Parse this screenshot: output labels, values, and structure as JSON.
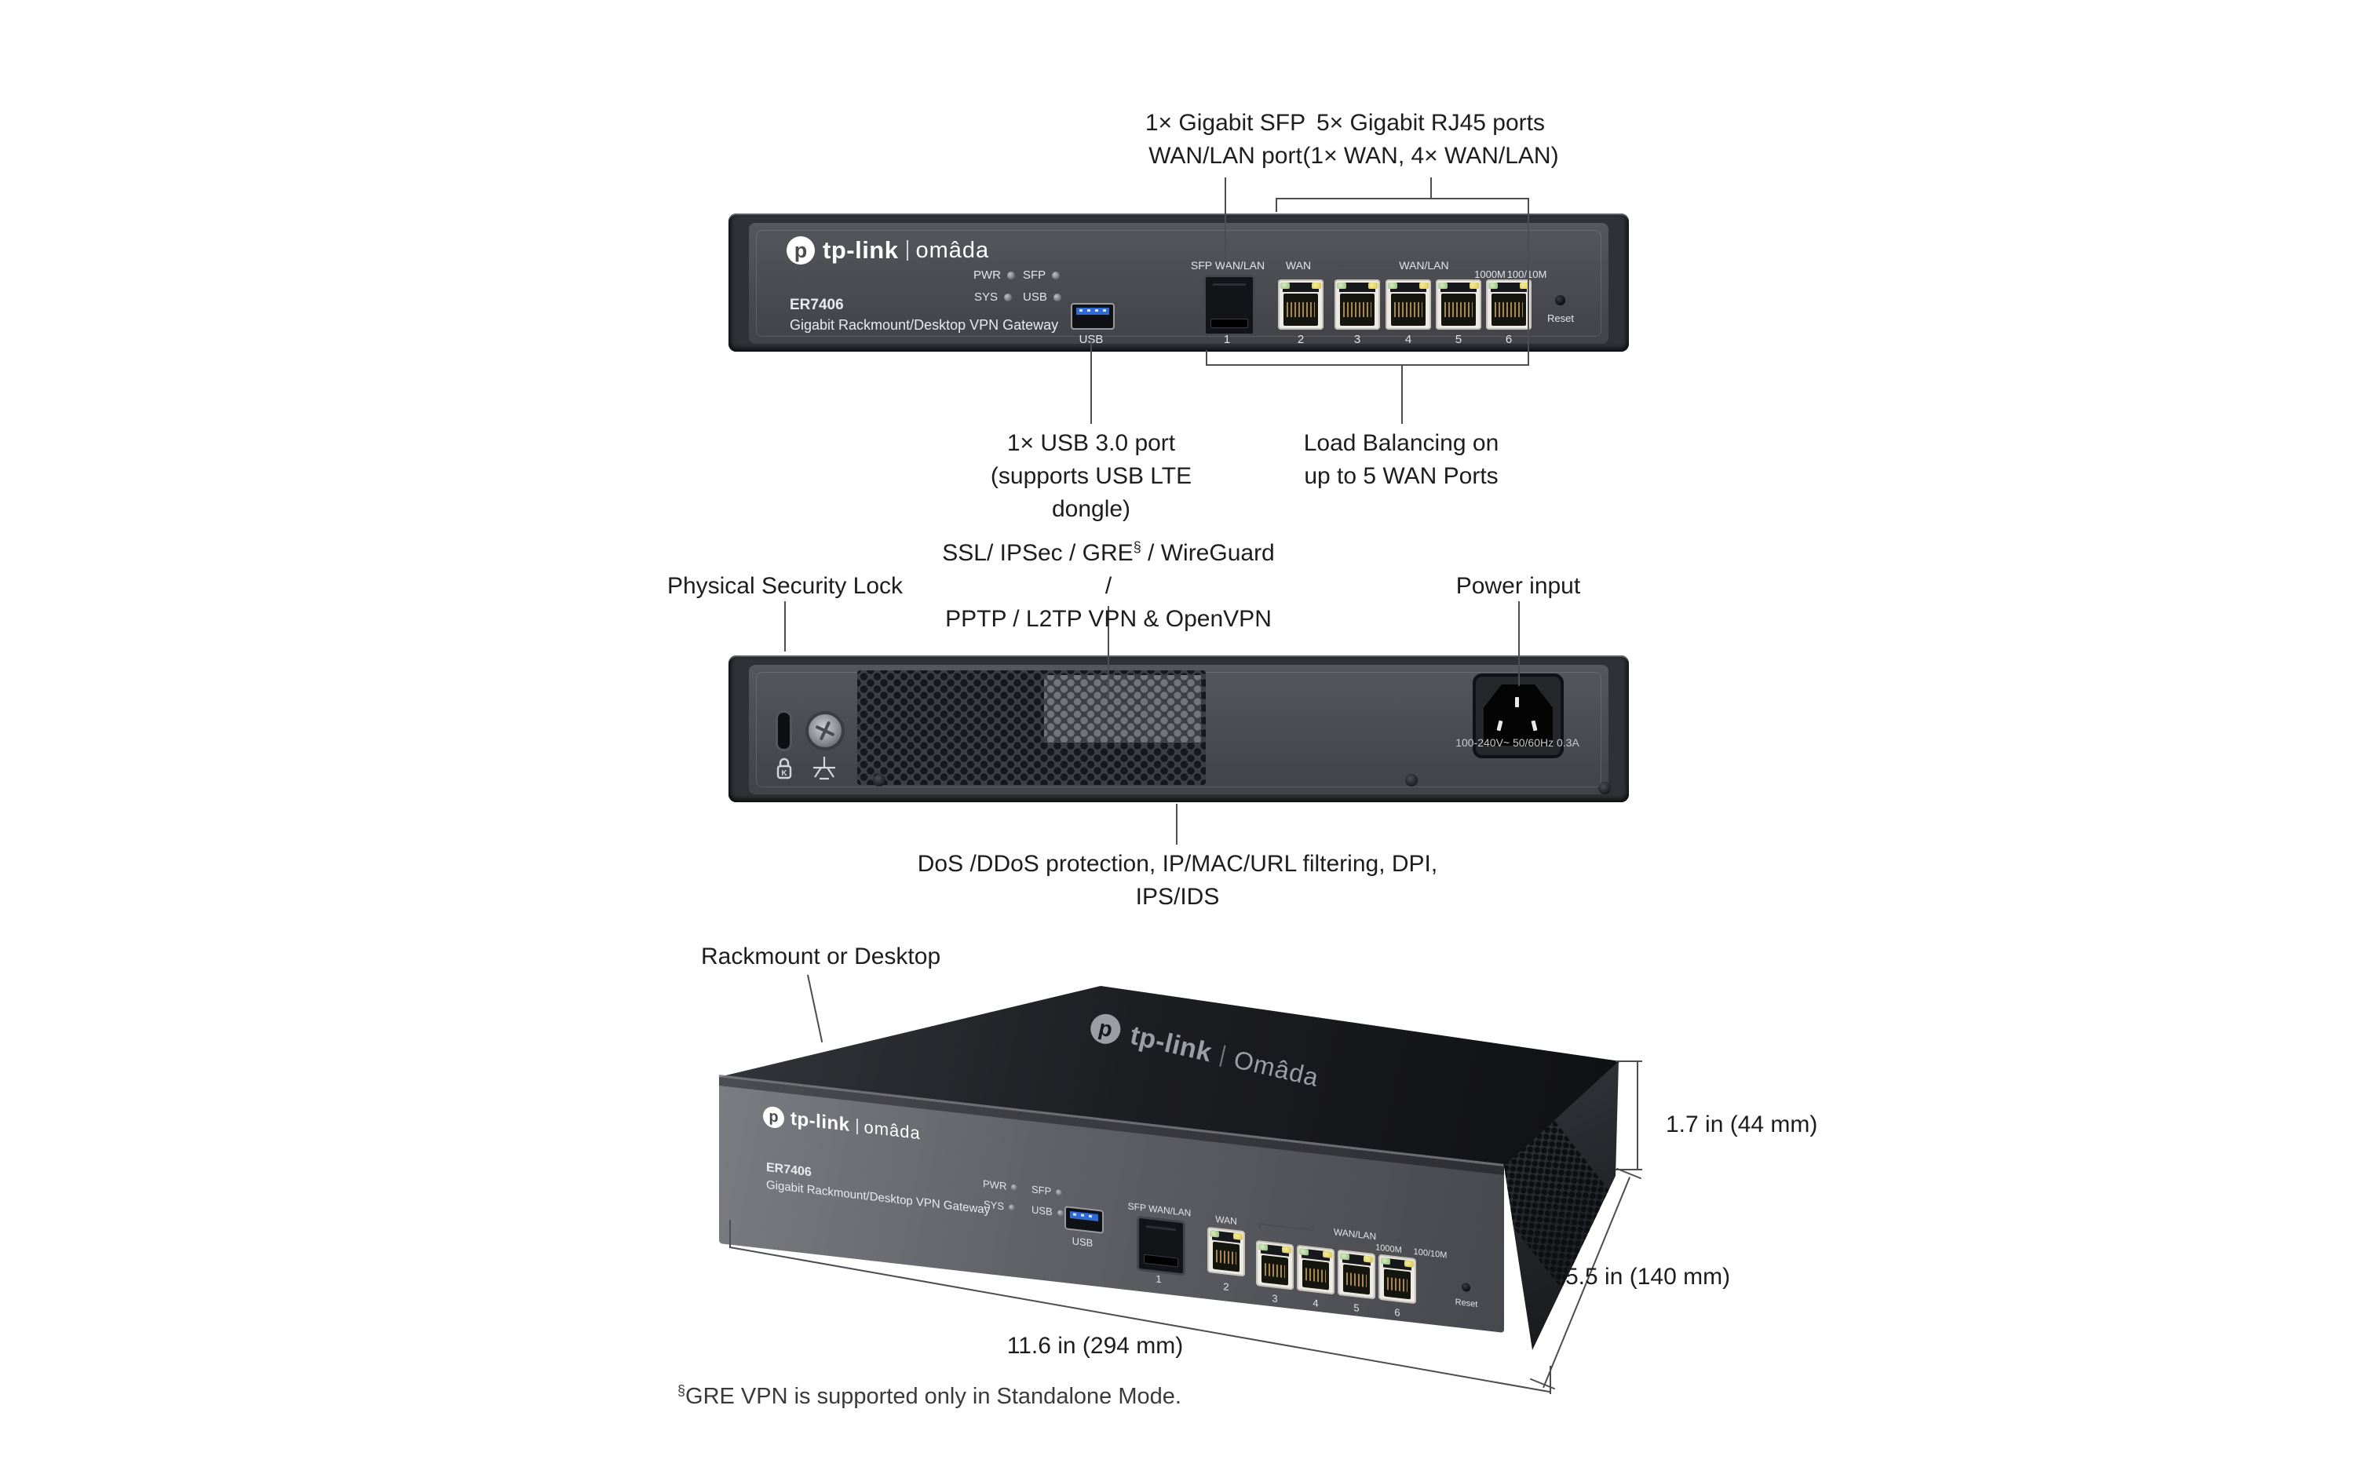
{
  "product": {
    "brand": "tp-link",
    "logo_glyph": "p",
    "divider": "|",
    "omada_front": "omâda",
    "omada_top": "Omâda",
    "model": "ER7406",
    "model_desc": "Gigabit Rackmount/Desktop VPN Gateway"
  },
  "panel": {
    "led_pwr": "PWR",
    "led_sys": "SYS",
    "led_sfp": "SFP",
    "led_usb": "USB",
    "usb_label": "USB",
    "sfp_label": "SFP WAN/LAN",
    "wan_label": "WAN",
    "wanlan_label": "WAN/LAN",
    "speed_fast": "1000M",
    "speed_slow": "100/10M",
    "ports": [
      "1",
      "2",
      "3",
      "4",
      "5",
      "6"
    ],
    "reset": "Reset"
  },
  "rear": {
    "rating": "100-240V~ 50/60Hz 0.3A"
  },
  "callouts": {
    "sfp_line1": "1× Gigabit SFP",
    "sfp_line2": "WAN/LAN port",
    "rj45_line1": "5× Gigabit RJ45 ports",
    "rj45_line2": "(1× WAN, 4× WAN/LAN)",
    "usb_line1": "1× USB 3.0 port",
    "usb_line2": "(supports USB LTE dongle)",
    "lb_line1": "Load Balancing on",
    "lb_line2": "up to 5 WAN Ports",
    "lock": "Physical Security Lock",
    "vpn_line1_pre": "SSL/ IPSec / GRE",
    "vpn_sup": "§",
    "vpn_line1_post": " / WireGuard /",
    "vpn_line2": "PPTP / L2TP VPN & OpenVPN",
    "power": "Power input",
    "dos": "DoS /DDoS protection, IP/MAC/URL filtering, DPI, IPS/IDS",
    "rackmount": "Rackmount or Desktop"
  },
  "dimensions": {
    "height": "1.7 in (44 mm)",
    "depth": "5.5 in (140 mm)",
    "width": "11.6 in (294 mm)"
  },
  "footnote": {
    "sup": "§",
    "text": "GRE VPN is supported only in Standalone Mode."
  },
  "colors": {
    "usb_accent": "#2d6bd8",
    "led_green": "#8fbf72",
    "led_yellow": "#d9c63e",
    "body_gray": "#4a4b51",
    "top_face": "#1d1e22"
  }
}
